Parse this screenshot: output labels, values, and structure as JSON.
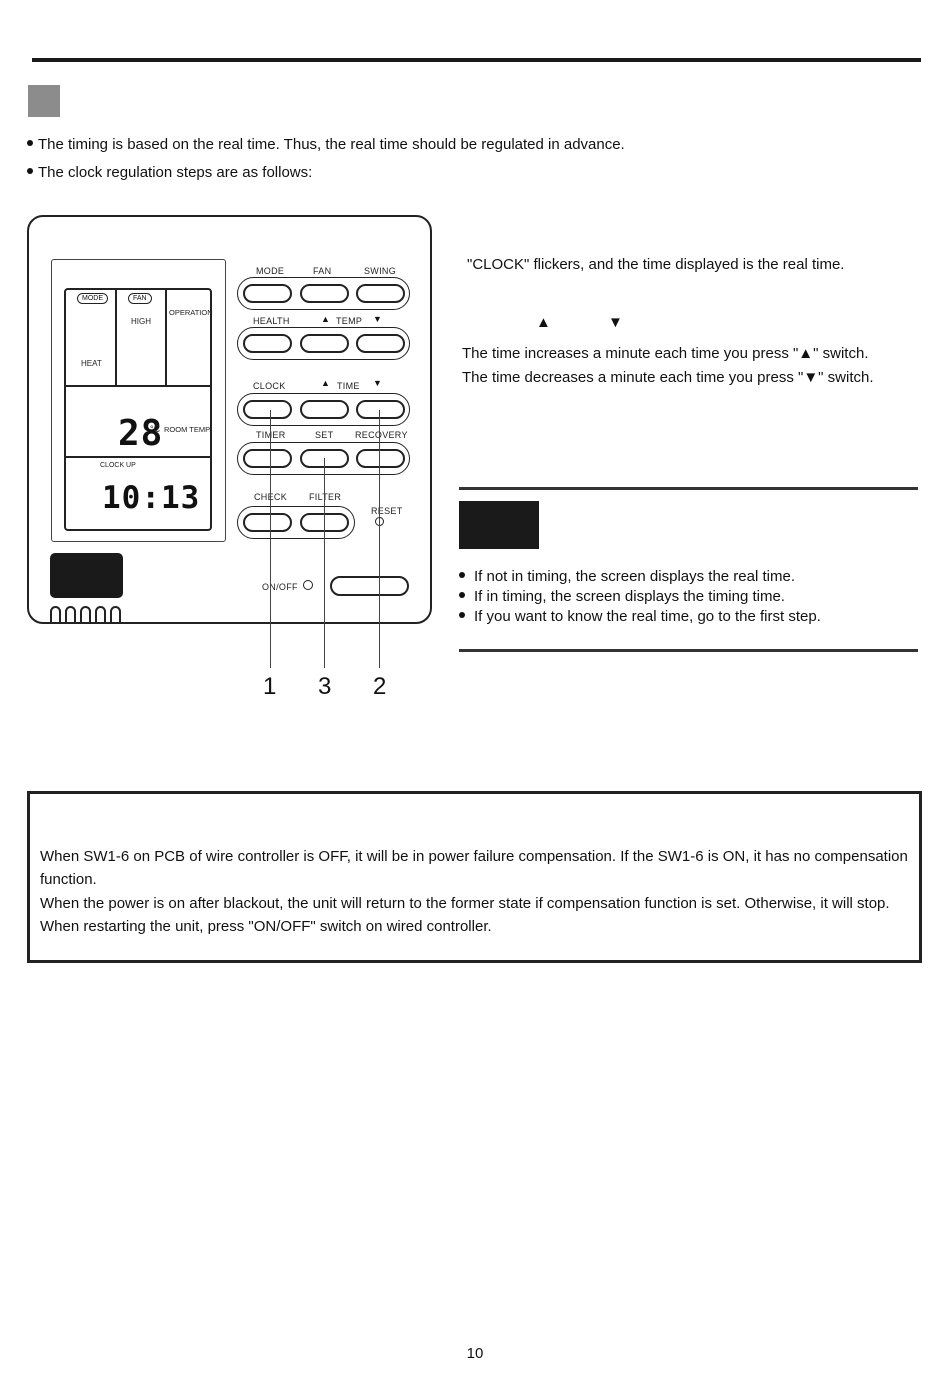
{
  "bullets": [
    "The timing is based on the real time. Thus, the real time should be regulated in advance.",
    "The clock regulation steps are as follows:"
  ],
  "lcd": {
    "mode": "MODE",
    "fan": "FAN",
    "high": "HIGH",
    "operation": "OPERATION",
    "heat": "HEAT",
    "temp_value": "28",
    "temp_unit": "°C",
    "room_temp": "ROOM TEMP.",
    "clock_up": "CLOCK UP",
    "time_value": "10:13"
  },
  "buttons": {
    "row1": [
      "MODE",
      "FAN",
      "SWING"
    ],
    "row2_health": "HEALTH",
    "row2_temp": "TEMP",
    "row3_clock": "CLOCK",
    "row3_time": "TIME",
    "row4": [
      "TIMER",
      "SET",
      "RECOVERY"
    ],
    "row5": [
      "CHECK",
      "FILTER"
    ],
    "reset": "RESET",
    "onoff": "ON/OFF"
  },
  "callouts": [
    "1",
    "3",
    "2"
  ],
  "steps": {
    "step1": "\"CLOCK\" flickers, and the time displayed is the real time.",
    "up_arrow": "▲",
    "down_arrow": "▼",
    "increase": "The time increases a minute each time you press \"▲\" switch.",
    "decrease": "The time decreases a minute each time you press \"▼\" switch."
  },
  "notes": [
    "If not in timing, the screen displays the real time.",
    "If in timing, the screen displays the timing time.",
    "If you want to know the real time, go to the first step."
  ],
  "power_box": {
    "para1": "When SW1-6 on PCB of wire controller is OFF, it will be in power failure compensation. If the SW1-6 is ON, it has no compensation function.",
    "para2": "When the power is on after blackout, the unit will return to the former state if compensation function is set. Otherwise, it will stop. When restarting the unit,  press \"ON/OFF\" switch on wired controller."
  },
  "page_number": "10"
}
